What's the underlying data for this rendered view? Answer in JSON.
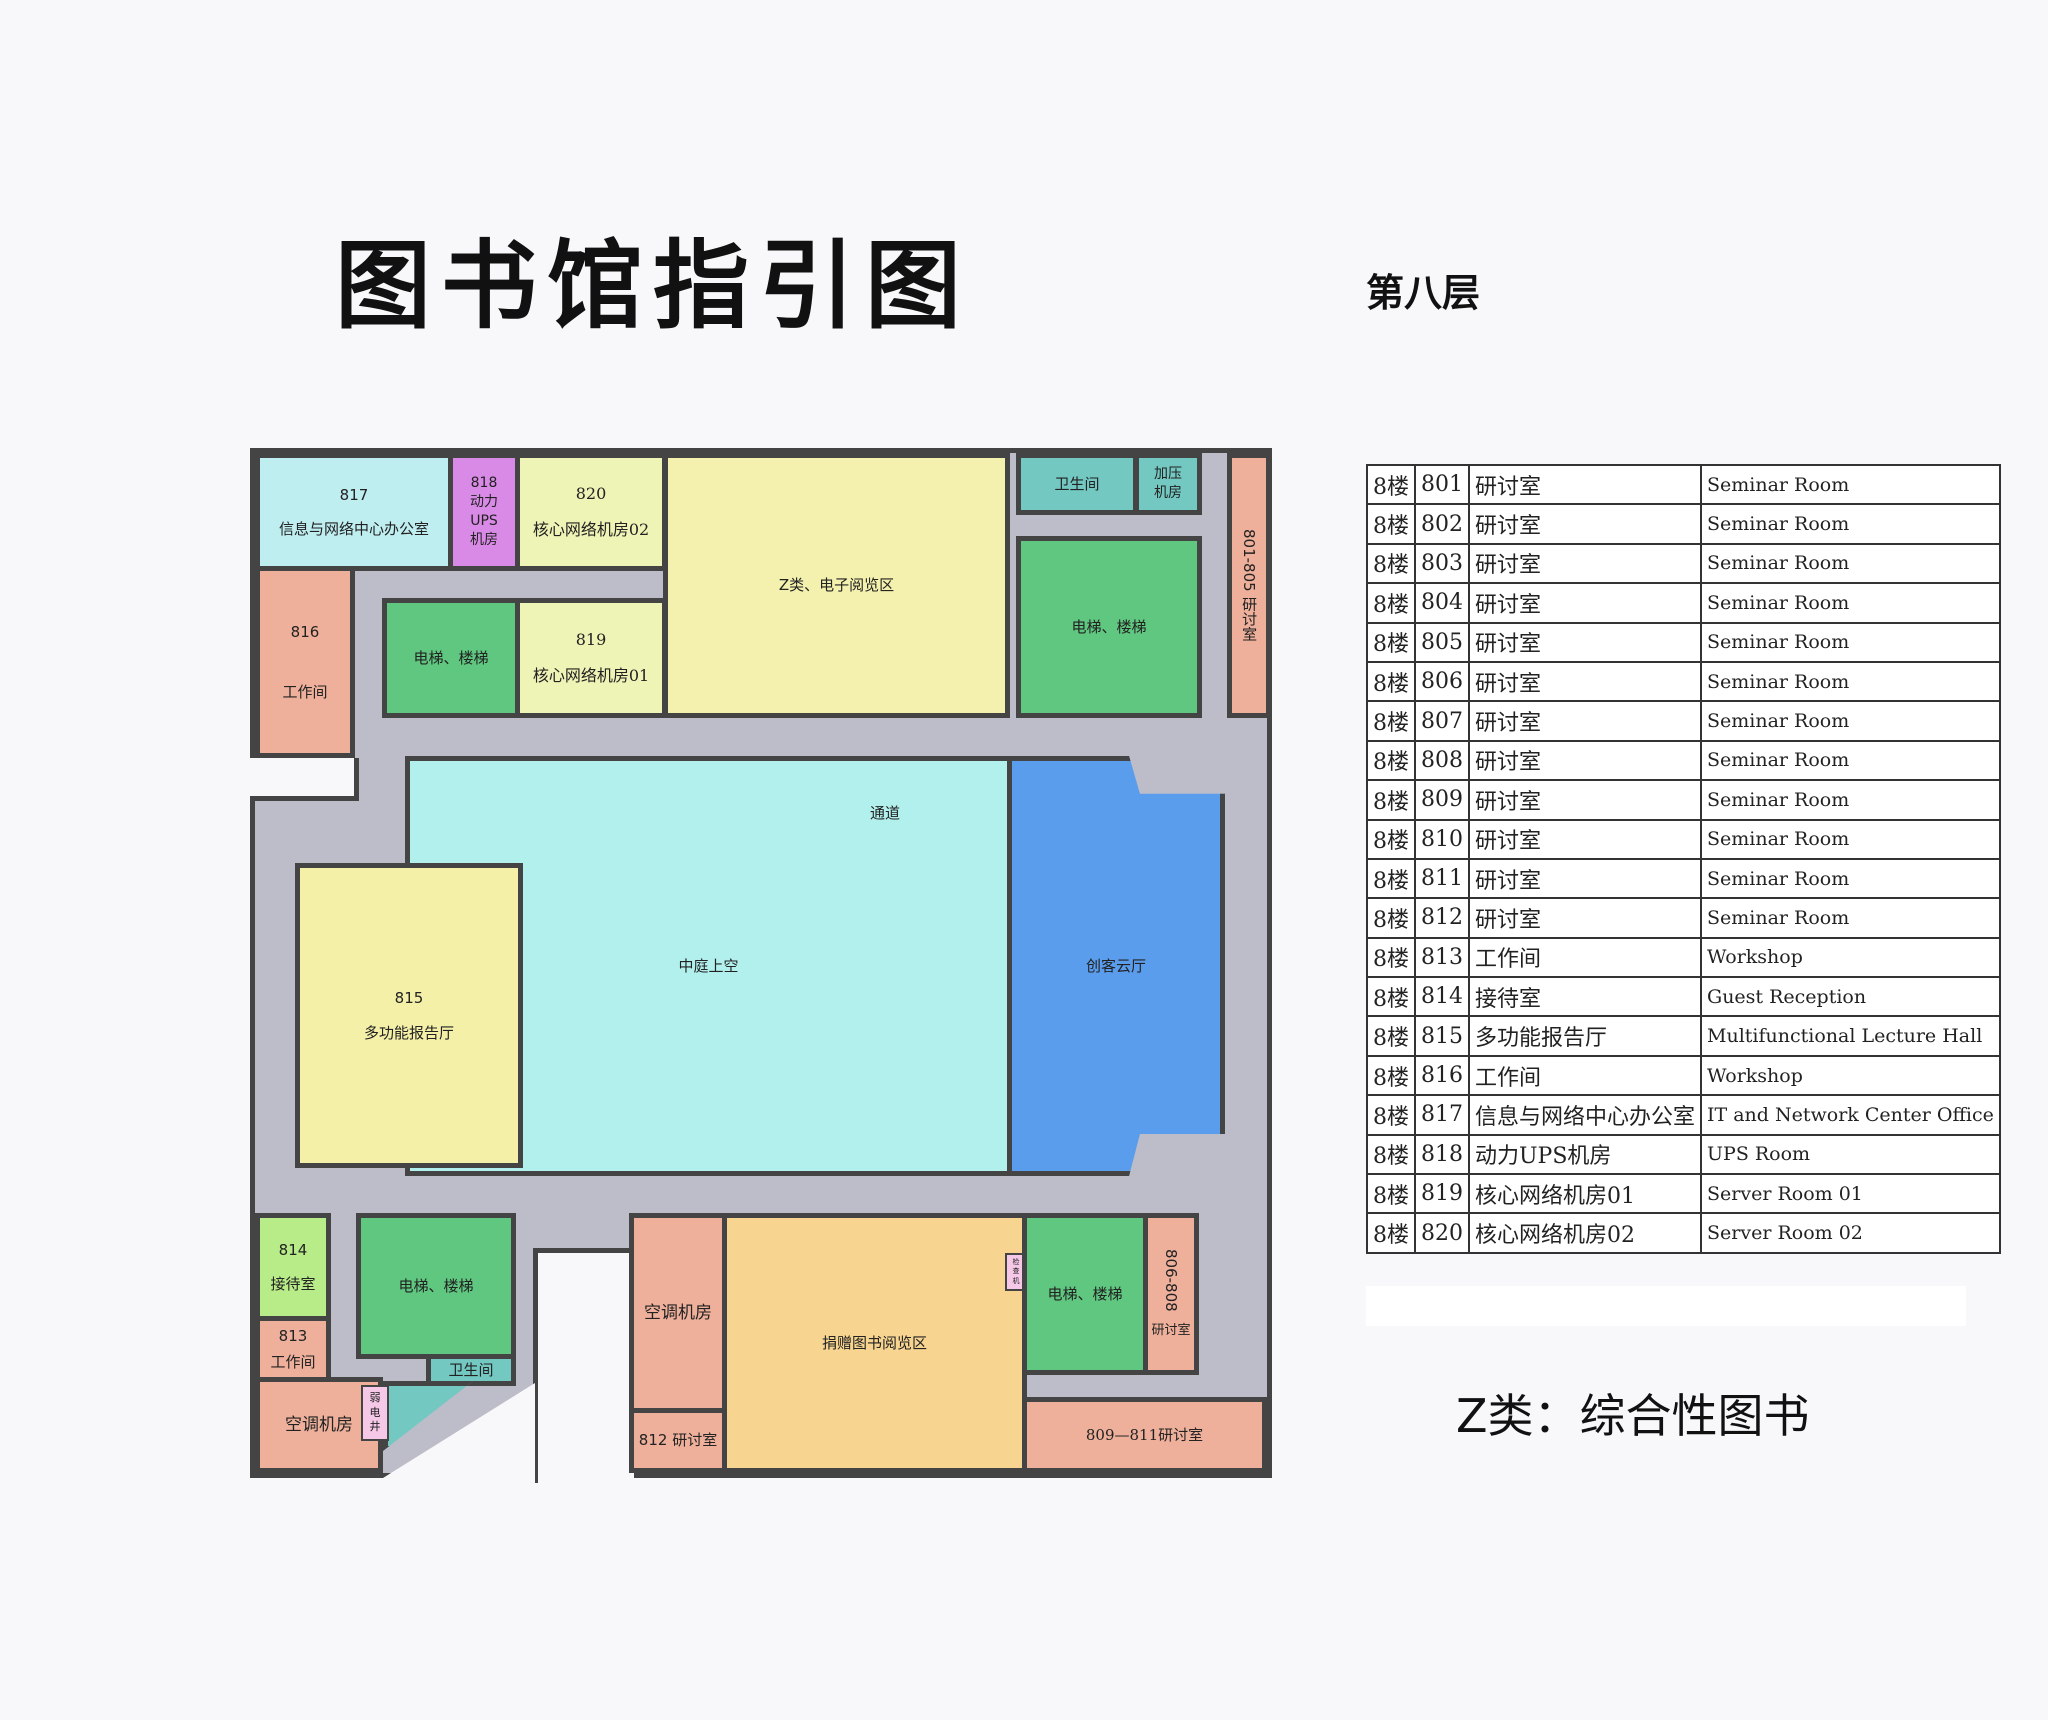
{
  "title": "图书馆指引图",
  "floor_label": "第八层",
  "note": "Z类：综合性图书",
  "map": {
    "r817_num": "817",
    "r817_name": "信息与网络中心办公室",
    "r818_num": "818",
    "r818_name": "动力\nUPS\n机房",
    "r820_num": "820",
    "r820_name": "核心网络机房02",
    "r819_num": "819",
    "r819_name": "核心网络机房01",
    "z_area": "Z类、电子阅览区",
    "restroom_top": "卫生间",
    "pressure_room": "加压\n机房",
    "r801_805": "801-805 研讨室",
    "elev_top_left": "电梯、楼梯",
    "elev_top_right": "电梯、楼梯",
    "r816_num": "816",
    "r816_name": "工作间",
    "corridor": "通道",
    "atrium": "中庭上空",
    "maker_hall": "创客云厅",
    "r815_num": "815",
    "r815_name": "多功能报告厅",
    "r814_num": "814",
    "r814_name": "接待室",
    "r813_num": "813",
    "r813_name": "工作间",
    "elev_bottom_left": "电梯、楼梯",
    "restroom_bottom": "卫生间",
    "ac_room_left": "空调机房",
    "weak_shaft": "弱\n电\n井",
    "ac_room_mid": "空调机房",
    "r812": "812 研讨室",
    "donation_area": "捐赠图书阅览区",
    "small_box": "检\n查\n机",
    "elev_bottom_right": "电梯、楼梯",
    "r806_808": "806-808",
    "r806_808_name": "研讨室",
    "r809_811": "809—811研讨室"
  },
  "rooms": [
    [
      "8楼",
      "801",
      "研讨室",
      "Seminar Room"
    ],
    [
      "8楼",
      "802",
      "研讨室",
      "Seminar Room"
    ],
    [
      "8楼",
      "803",
      "研讨室",
      "Seminar Room"
    ],
    [
      "8楼",
      "804",
      "研讨室",
      "Seminar Room"
    ],
    [
      "8楼",
      "805",
      "研讨室",
      "Seminar Room"
    ],
    [
      "8楼",
      "806",
      "研讨室",
      "Seminar Room"
    ],
    [
      "8楼",
      "807",
      "研讨室",
      "Seminar Room"
    ],
    [
      "8楼",
      "808",
      "研讨室",
      "Seminar Room"
    ],
    [
      "8楼",
      "809",
      "研讨室",
      "Seminar Room"
    ],
    [
      "8楼",
      "810",
      "研讨室",
      "Seminar Room"
    ],
    [
      "8楼",
      "811",
      "研讨室",
      "Seminar Room"
    ],
    [
      "8楼",
      "812",
      "研讨室",
      "Seminar Room"
    ],
    [
      "8楼",
      "813",
      "工作间",
      "Workshop"
    ],
    [
      "8楼",
      "814",
      "接待室",
      "Guest Reception"
    ],
    [
      "8楼",
      "815",
      "多功能报告厅",
      "Multifunctional Lecture Hall"
    ],
    [
      "8楼",
      "816",
      "工作间",
      "Workshop"
    ],
    [
      "8楼",
      "817",
      "信息与网络中心办公室",
      "IT and Network Center Office"
    ],
    [
      "8楼",
      "818",
      "动力UPS机房",
      "UPS Room"
    ],
    [
      "8楼",
      "819",
      "核心网络机房01",
      "Server Room 01"
    ],
    [
      "8楼",
      "820",
      "核心网络机房02",
      "Server Room 02"
    ]
  ],
  "colors": {
    "corridor": "#bdbdc9",
    "office_blue": "#bfeef0",
    "ups_purple": "#d98ae6",
    "server_yellow": "#eef3b6",
    "reading_yellow": "#f3f1ad",
    "elevator_green": "#5fc77f",
    "restroom_teal": "#73c8c2",
    "salmon": "#eeb09b",
    "atrium_cyan": "#b2f0ee",
    "maker_blue": "#5b9ded",
    "hall_yellow": "#f5f0a8",
    "reception_green": "#b8ec88",
    "donation_orange": "#f7d590",
    "pink": "#f4c8e6"
  }
}
